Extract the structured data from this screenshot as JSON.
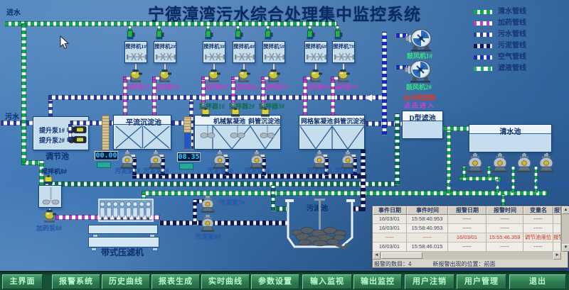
{
  "title": "宁德漳湾污水综合处理集中监控系统",
  "inlet_top_label": "进水",
  "sewage_inlet_label": "污水",
  "colors": {
    "clean_water": "#12a94c",
    "dosing": "#c03fc4",
    "sewage": "#2c3ba0",
    "sludge": "#10174f",
    "air": "#1b2ac8",
    "filtrate": "#19b558",
    "alarm_red": "#d4301e",
    "menu_green": "#2e8653",
    "lcd_cyan": "#35c8ff"
  },
  "legend": {
    "items": [
      {
        "label": "清水管线",
        "color": "#12a94c",
        "name": "clean-water"
      },
      {
        "label": "加药管线",
        "color": "#c03fc4",
        "name": "dosing"
      },
      {
        "label": "污水管线",
        "color": "#2c3ba0",
        "name": "sewage"
      },
      {
        "label": "污泥管线",
        "color": "#10174f",
        "name": "sludge"
      },
      {
        "label": "空气管线",
        "color": "#1b2ac8",
        "name": "air"
      },
      {
        "label": "滤液管线",
        "color": "#19b558",
        "name": "filtrate"
      }
    ]
  },
  "mixers": {
    "items": [
      {
        "label": "搅拌机1#",
        "pump_label": "加药泵1#"
      },
      {
        "label": "搅拌机2#",
        "pump_label": "加药泵2#"
      },
      {
        "label": "搅拌机3#",
        "pump_label": "加药泵3#"
      },
      {
        "label": "搅拌机4#",
        "pump_label": "加药泵4#"
      },
      {
        "label": "搅拌机5#",
        "pump_label": "加药泵5#"
      },
      {
        "label": "搅拌机6#",
        "pump_label": "加药泵6#"
      },
      {
        "label": "搅拌机7#",
        "pump_label": "加药泵7#"
      }
    ]
  },
  "agitators": {
    "items": [
      {
        "label": "搅拌器1#"
      },
      {
        "label": "搅拌器2#"
      },
      {
        "label": "搅拌器3#"
      }
    ]
  },
  "blowers": {
    "items": [
      {
        "label": "鼓风机1#"
      },
      {
        "label": "鼓风机2#"
      }
    ]
  },
  "tanks": {
    "regulating": {
      "label": "调节池",
      "pump1": "提升泵1#",
      "pump2": "提升泵2#"
    },
    "horizontal_sed": {
      "label": "平流沉淀池"
    },
    "mech_floc": {
      "label": "机械絮凝池"
    },
    "inclined_sed1": {
      "label": "斜管沉淀池"
    },
    "grid_floc": {
      "label": "网格絮凝池"
    },
    "inclined_sed2": {
      "label": "斜管沉淀池"
    },
    "d_filter": {
      "label": "D型滤池"
    },
    "clear_water": {
      "label": "清水池"
    },
    "sludge_tank": {
      "label": "污泥池"
    },
    "mixer8": {
      "label": "搅拌机8#",
      "pump_label": "加药泵8#"
    },
    "belt_press": {
      "label": "带式压滤机"
    }
  },
  "notices": {
    "red": "反冲洗控制",
    "magenta": "点击进入"
  },
  "displays": {
    "level1": "00.00",
    "level2": "08.35"
  },
  "sludge_pumps": {
    "items": [
      {
        "label": "污泥泵1#"
      },
      {
        "label": "污泥泵2#"
      },
      {
        "label": "污泥泵3#"
      },
      {
        "label": "污泥泵4#"
      },
      {
        "label": "污泥泵5#"
      },
      {
        "label": "污泥泵6#"
      },
      {
        "label": "污泥泵7#"
      },
      {
        "label": "污泥泵8#"
      }
    ]
  },
  "backwash_pumps": {
    "items": [
      {
        "label": "反冲洗泵1#"
      },
      {
        "label": "反冲洗泵2#"
      },
      {
        "label": "反冲洗泵3#"
      },
      {
        "label": "反冲洗泵4#"
      }
    ]
  },
  "alarm_table": {
    "headers": [
      "事件日期",
      "事件时间",
      "报警日期",
      "报警时间",
      "变量名",
      "报警类型"
    ],
    "rows": [
      {
        "cells": [
          "16/03/01",
          "15:58:40.953",
          "-----",
          "-----",
          "-----",
          ""
        ],
        "alarm": false
      },
      {
        "cells": [
          "16/03/01",
          "15:58:40.953",
          "-----",
          "-----",
          "-----",
          ""
        ],
        "alarm": false
      },
      {
        "cells": [
          "-----",
          "-----",
          "16/03/01",
          "15:55:46.359",
          "调节池液位",
          "报警"
        ],
        "alarm": true
      },
      {
        "cells": [
          "16/03/01",
          "15:58:46.015",
          "-----",
          "-----",
          "-----",
          ""
        ],
        "alarm": false
      }
    ],
    "footer_left": "报警的数目：4",
    "footer_right": "新报警出现的位置：前面"
  },
  "menu": {
    "items": [
      {
        "label": "主界面"
      },
      {
        "label": "报警系统"
      },
      {
        "label": "历史曲线"
      },
      {
        "label": "报表生成"
      },
      {
        "label": "实时曲线"
      },
      {
        "label": "参数设置"
      },
      {
        "label": "输入监视"
      },
      {
        "label": "输出监控"
      },
      {
        "label": "用户注销"
      },
      {
        "label": "用户管理"
      },
      {
        "label": "退出"
      }
    ]
  }
}
